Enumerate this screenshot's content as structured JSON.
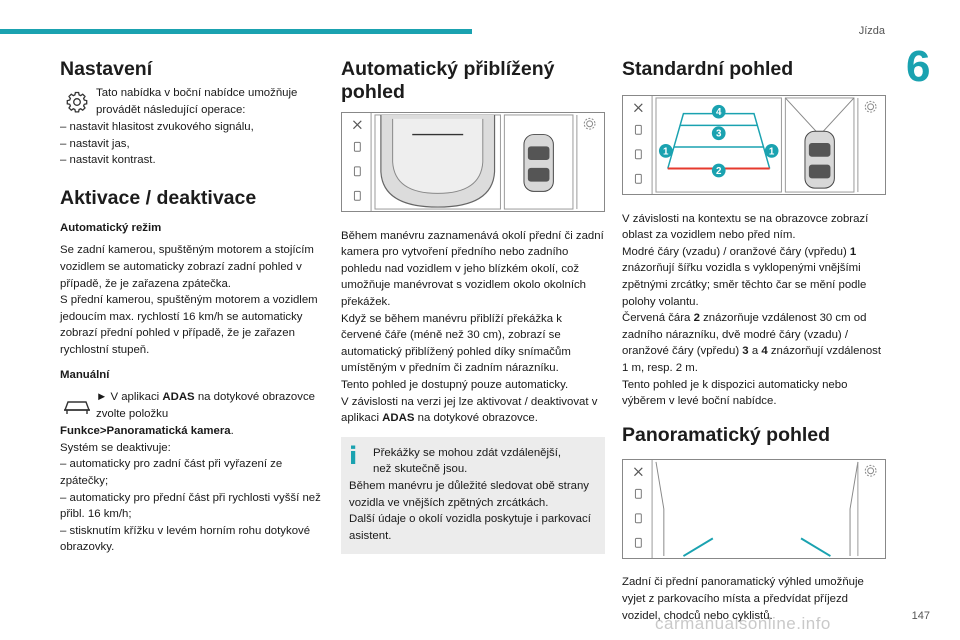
{
  "header": {
    "section": "Jízda",
    "chapter": "6",
    "page": "147",
    "watermark": "carmanualsonline.info"
  },
  "col1": {
    "title": "Nastavení",
    "intro_line1": "Tato nabídka v boční nabídce umožňuje",
    "intro_line2": "provádět následující operace:",
    "items": [
      "– nastavit hlasitost zvukového signálu,",
      "– nastavit jas,",
      "– nastavit kontrast."
    ],
    "title2": "Aktivace / deaktivace",
    "auto_head": "Automatický režim",
    "auto_text": "Se zadní kamerou, spuštěným motorem a stojícím vozidlem se automaticky zobrazí zadní pohled v případě, že je zařazena zpátečka.",
    "auto_text2": "S přední kamerou, spuštěným motorem a vozidlem jedoucím max. rychlostí 16 km/h se automaticky zobrazí přední pohled v případě, že je zařazen rychlostní stupeň.",
    "manual_head": "Manuální",
    "manual_pre": "► V aplikaci",
    "manual_bold": "ADAS",
    "manual_post": "na dotykové obrazovce zvolte položku",
    "manual_path": "Funkce>Panoramatická kamera",
    "manual_path_end": ".",
    "deact_intro": "Systém se deaktivuje:",
    "deact_items": [
      "– automaticky pro zadní část při vyřazení ze zpátečky;",
      "– automaticky pro přední část při rychlosti vyšší než přibl. 16 km/h;",
      "– stisknutím křížku v levém horním rohu dotykové obrazovky."
    ]
  },
  "col2": {
    "title": "Automatický přiblížený pohled",
    "body": [
      "Během manévru zaznamenává okolí přední či zadní kamera pro vytvoření předního nebo zadního pohledu nad vozidlem v jeho blízkém okolí, což umožňuje manévrovat s vozidlem okolo okolních překážek.",
      "Když se během manévru přiblíží překážka k červené čáře (méně než 30 cm), zobrazí se automatický přiblížený pohled díky snímačům umístěným v předním či zadním nárazníku.",
      "Tento pohled je dostupný pouze automaticky.",
      "V závislosti na verzi jej lze aktivovat / deaktivovat v aplikaci"
    ],
    "body_bold": "ADAS",
    "body_end": "na dotykové obrazovce.",
    "info_line1": "Překážky se mohou zdát vzdálenější,",
    "info_line2": "než skutečně jsou.",
    "info_rest": [
      "Během manévru je důležité sledovat obě strany vozidla ve vnějších zpětných zrcátkách.",
      "Další údaje o okolí vozidla poskytuje i parkovací asistent."
    ]
  },
  "col3": {
    "title": "Standardní pohled",
    "labels": [
      "4",
      "3",
      "1",
      "1",
      "2"
    ],
    "p1": "V závislosti na kontextu se na obrazovce zobrazí oblast za vozidlem nebo před ním.",
    "p2a": "Modré čáry (vzadu) / oranžové čáry (vpředu)",
    "p2b": "1",
    "p2c": "znázorňují šířku vozidla s vyklopenými vnějšími zpětnými zrcátky; směr těchto čar se mění podle polohy volantu.",
    "p3a": "Červená čára",
    "p3b": "2",
    "p3c": "znázorňuje vzdálenost 30 cm od zadního nárazníku, dvě modré čáry (vzadu) / oranžové čáry (vpředu)",
    "p3d": "3",
    "p3e": "a",
    "p3f": "4",
    "p3g": "znázorňují vzdálenost 1 m, resp. 2 m.",
    "p4": "Tento pohled je k dispozici automaticky nebo výběrem v levé boční nabídce.",
    "title2": "Panoramatický pohled",
    "p5": "Zadní či přední panoramatický výhled umožňuje vyjet z parkovacího místa a předvídat příjezd vozidel, chodců nebo cyklistů."
  },
  "colors": {
    "accent": "#1aa2b0",
    "red": "#e63a2e",
    "blue": "#1aa2b0"
  }
}
